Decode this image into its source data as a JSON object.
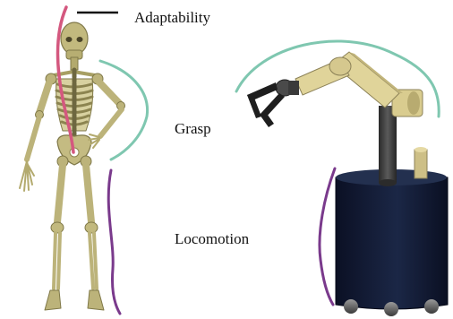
{
  "labels": {
    "adaptability": "Adaptability",
    "grasp": "Grasp",
    "locomotion": "Locomotion"
  },
  "colors": {
    "adaptability_curve": "#d4587f",
    "grasp_curve": "#7fc7b0",
    "locomotion_curve": "#7a3a8c",
    "bone": "#bcb37a",
    "bone_dark": "#7f7848",
    "arm_link": "#e0d49a",
    "robot_column": "#3e3e3e",
    "robot_base": "#0f1730"
  },
  "icons": {
    "left_figure": "human-skeleton-icon",
    "right_figure": "mobile-manipulator-robot-icon"
  }
}
